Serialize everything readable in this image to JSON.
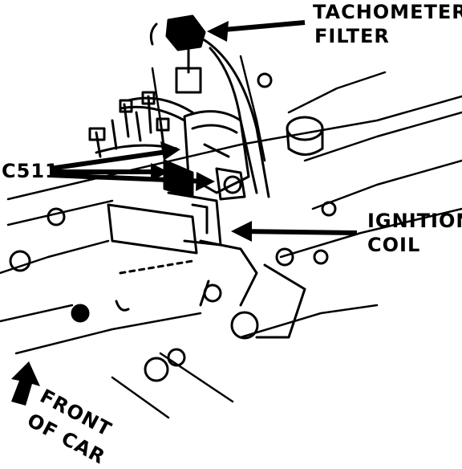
{
  "labels": {
    "tachometer_filter": [
      "TACHOMETER",
      "FILTER"
    ],
    "c511": "C511",
    "ignition_coil": [
      "IGNITION",
      "COIL"
    ],
    "front_of_car": [
      "FRONT",
      "OF CAR"
    ]
  },
  "colors": {
    "ink": "#000000",
    "paper": "#ffffff"
  }
}
